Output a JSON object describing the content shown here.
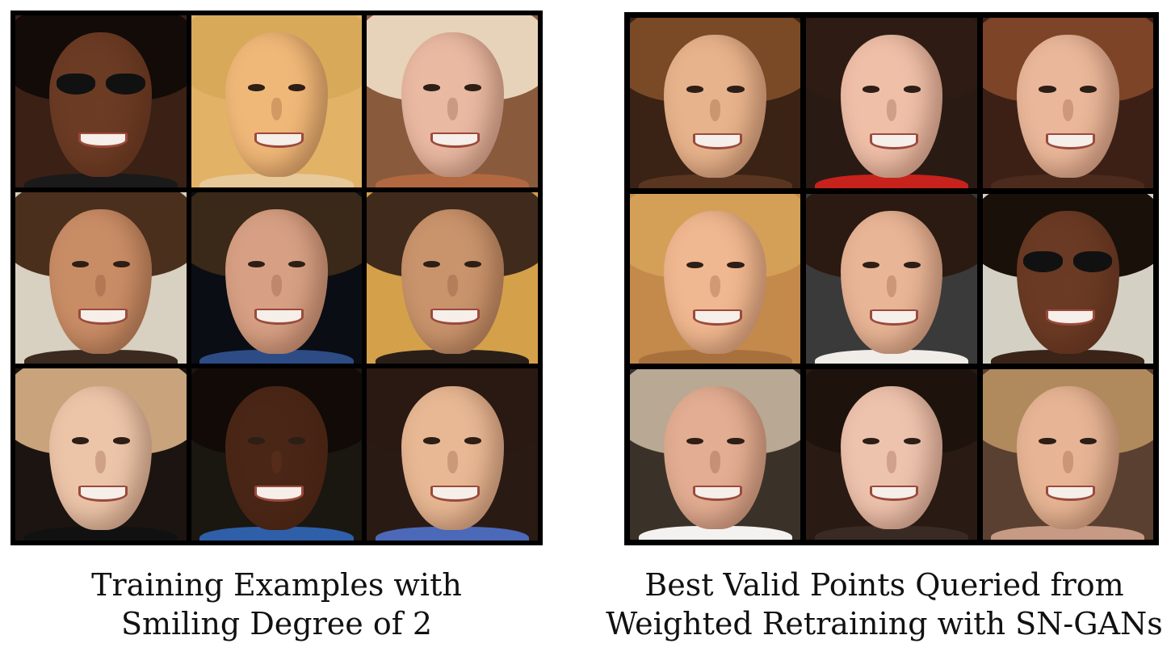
{
  "left_panel": {
    "caption": [
      "Training Examples with",
      "Smiling Degree of 2"
    ],
    "faces": [
      {
        "bg": "#3a2015",
        "skin": "#6b3b24",
        "hair": "#120b08",
        "shirt": "#1a1a1a",
        "glasses": true
      },
      {
        "bg": "#e2b267",
        "skin": "#f0b878",
        "hair": "#d9a95a",
        "shirt": "#e8c99a",
        "glasses": false
      },
      {
        "bg": "#8a5a3c",
        "skin": "#e9b9a2",
        "hair": "#e7d3b9",
        "shirt": "#b26840",
        "glasses": false
      },
      {
        "bg": "#d8d0c0",
        "skin": "#c98d66",
        "hair": "#4a2f1c",
        "shirt": "#3a2a20",
        "glasses": false
      },
      {
        "bg": "#0a0d14",
        "skin": "#d7a084",
        "hair": "#3a2818",
        "shirt": "#2d4c86",
        "glasses": false
      },
      {
        "bg": "#d4a04a",
        "skin": "#c9946c",
        "hair": "#3f2a1c",
        "shirt": "#2a1f18",
        "glasses": false
      },
      {
        "bg": "#1c1410",
        "skin": "#ecc5a9",
        "hair": "#c8a37b",
        "shirt": "#111111",
        "glasses": false
      },
      {
        "bg": "#1a1610",
        "skin": "#4a2616",
        "hair": "#110a07",
        "shirt": "#2e5fa8",
        "glasses": false
      },
      {
        "bg": "#2a1a14",
        "skin": "#e8b894",
        "hair": "#2a1812",
        "shirt": "#4b69b8",
        "glasses": false
      }
    ]
  },
  "right_panel": {
    "caption": [
      "Best Valid Points Queried from",
      "Weighted Retraining with SN-GANs"
    ],
    "faces": [
      {
        "bg": "#3a2214",
        "skin": "#e7b38c",
        "hair": "#7a4a26",
        "shirt": "#5a3520",
        "glasses": false
      },
      {
        "bg": "#2a1a14",
        "skin": "#efbfa8",
        "hair": "#2e1c14",
        "shirt": "#c8221c",
        "glasses": false
      },
      {
        "bg": "#3c2016",
        "skin": "#eab79a",
        "hair": "#7d4428",
        "shirt": "#4c2a1c",
        "glasses": false
      },
      {
        "bg": "#c48a4c",
        "skin": "#f0b890",
        "hair": "#d4a058",
        "shirt": "#a8703c",
        "glasses": false
      },
      {
        "bg": "#3a3a3a",
        "skin": "#e8b596",
        "hair": "#2a1a12",
        "shirt": "#f0ece8",
        "glasses": false
      },
      {
        "bg": "#d4d0c4",
        "skin": "#6a3a24",
        "hair": "#1a100a",
        "shirt": "#3a2418",
        "glasses": true
      },
      {
        "bg": "#3a3228",
        "skin": "#e2ad92",
        "hair": "#b8a894",
        "shirt": "#f4f2f0",
        "glasses": false
      },
      {
        "bg": "#2a1a14",
        "skin": "#eec3ae",
        "hair": "#1e120c",
        "shirt": "#3a2a24",
        "glasses": false
      },
      {
        "bg": "#5a4030",
        "skin": "#e7b595",
        "hair": "#b08a5c",
        "shirt": "#c69a84",
        "glasses": false
      }
    ]
  }
}
